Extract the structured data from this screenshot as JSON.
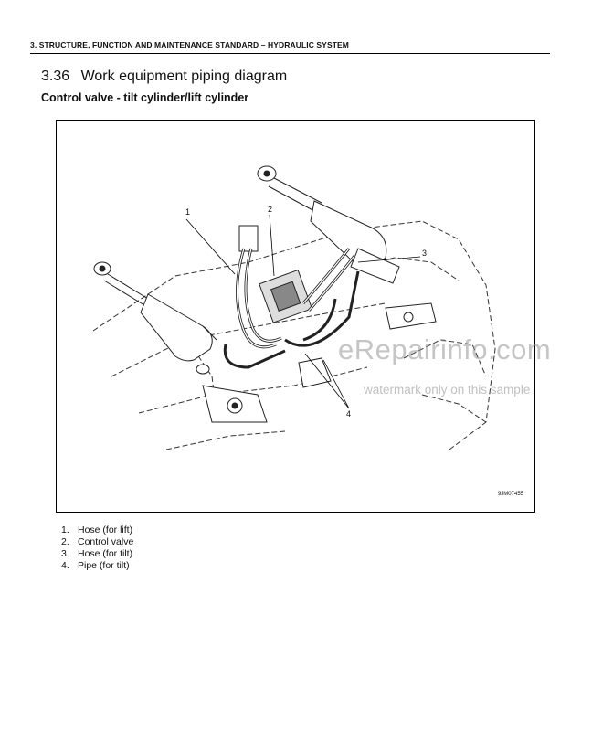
{
  "header": {
    "text": "3. STRUCTURE, FUNCTION AND MAINTENANCE STANDARD – HYDRAULIC SYSTEM"
  },
  "section": {
    "number": "3.36",
    "title": "Work equipment piping diagram"
  },
  "subtitle": "Control valve - tilt cylinder/lift cylinder",
  "figure": {
    "code": "9JM07455",
    "callouts": [
      "1",
      "2",
      "3",
      "4"
    ]
  },
  "watermark": {
    "main": "eRepairinfo.com",
    "sub": "watermark only on this sample"
  },
  "parts": [
    {
      "num": "1.",
      "label": "Hose (for lift)"
    },
    {
      "num": "2.",
      "label": "Control valve"
    },
    {
      "num": "3.",
      "label": "Hose (for tilt)"
    },
    {
      "num": "4.",
      "label": "Pipe (for tilt)"
    }
  ]
}
